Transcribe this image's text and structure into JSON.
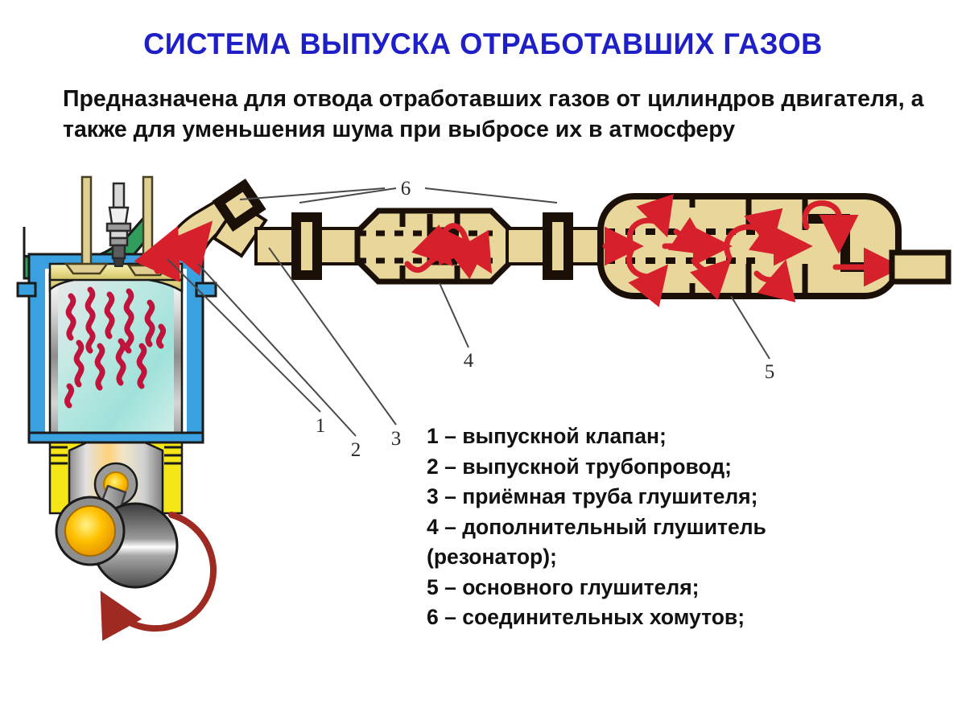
{
  "title": "СИСТЕМА ВЫПУСКА ОТРАБОТАВШИХ ГАЗОВ",
  "intro": "Предназначена для отвода отработавших газов от цилиндров двигателя, а также для уменьшения шума при выбросе их в атмосферу",
  "legend": {
    "items": [
      "1 – выпускной клапан;",
      "2 – выпускной трубопровод;",
      "3 – приёмная труба глушителя;",
      "4 – дополнительный глушитель",
      "(резонатор);",
      "5 – основного глушителя;",
      "6 – соединительных хомутов;"
    ]
  },
  "callouts": {
    "one": "1",
    "two": "2",
    "three": "3",
    "four": "4",
    "five": "5",
    "six": "6"
  },
  "colors": {
    "title_blue": "#1f1fc8",
    "pipe_tan": "#e9d69a",
    "outline_black": "#1a1008",
    "flow_red": "#d6202c",
    "intake_green": "#2f9e5c",
    "cylinder_blue": "#3aa0e0",
    "piston_yellow": "#f5e617",
    "crank_orange": "#ffae00",
    "gas_crimson": "#c0143c",
    "chamber_teal": "#9fe0d8",
    "leader_gray": "#4a4a4a"
  },
  "diagram": {
    "parts": [
      {
        "id": "exhaust-valve",
        "number": "1",
        "name": "выпускной клапан"
      },
      {
        "id": "exhaust-manifold",
        "number": "2",
        "name": "выпускной трубопровод"
      },
      {
        "id": "muffler-inlet-pipe",
        "number": "3",
        "name": "приёмная труба глушителя"
      },
      {
        "id": "resonator",
        "number": "4",
        "name": "дополнительный глушитель (резонатор)"
      },
      {
        "id": "main-muffler",
        "number": "5",
        "name": "основной глушитель"
      },
      {
        "id": "clamps",
        "number": "6",
        "name": "соединительные хомуты"
      }
    ]
  }
}
